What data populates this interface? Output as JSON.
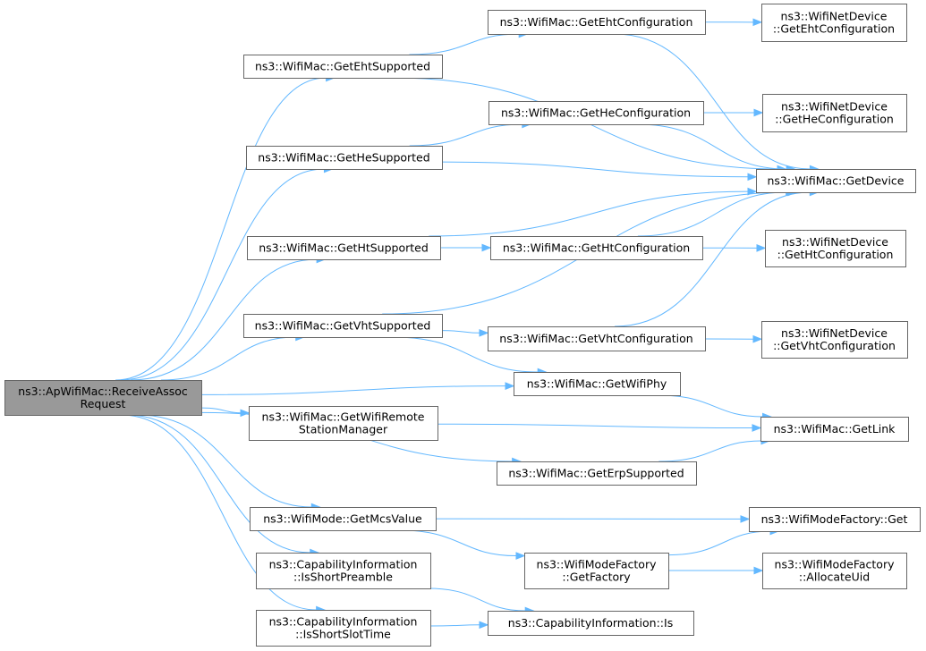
{
  "nodes": {
    "root": [
      "ns3::ApWifiMac::ReceiveAssoc",
      "Request"
    ],
    "getEhtSupported": [
      "ns3::WifiMac::GetEhtSupported"
    ],
    "getHeSupported": [
      "ns3::WifiMac::GetHeSupported"
    ],
    "getHtSupported": [
      "ns3::WifiMac::GetHtSupported"
    ],
    "getVhtSupported": [
      "ns3::WifiMac::GetVhtSupported"
    ],
    "getWifiRemote": [
      "ns3::WifiMac::GetWifiRemote",
      "StationManager"
    ],
    "getMcsValue": [
      "ns3::WifiMode::GetMcsValue"
    ],
    "isShortPreamble": [
      "ns3::CapabilityInformation",
      "::IsShortPreamble"
    ],
    "isShortSlotTime": [
      "ns3::CapabilityInformation",
      "::IsShortSlotTime"
    ],
    "getEhtConfig": [
      "ns3::WifiMac::GetEhtConfiguration"
    ],
    "getHeConfig": [
      "ns3::WifiMac::GetHeConfiguration"
    ],
    "getHtConfig": [
      "ns3::WifiMac::GetHtConfiguration"
    ],
    "getVhtConfig": [
      "ns3::WifiMac::GetVhtConfiguration"
    ],
    "getWifiPhy": [
      "ns3::WifiMac::GetWifiPhy"
    ],
    "getErpSupported": [
      "ns3::WifiMac::GetErpSupported"
    ],
    "getFactory": [
      "ns3::WifiModeFactory",
      "::GetFactory"
    ],
    "capIs": [
      "ns3::CapabilityInformation::Is"
    ],
    "ndEht": [
      "ns3::WifiNetDevice",
      "::GetEhtConfiguration"
    ],
    "ndHe": [
      "ns3::WifiNetDevice",
      "::GetHeConfiguration"
    ],
    "getDevice": [
      "ns3::WifiMac::GetDevice"
    ],
    "ndHt": [
      "ns3::WifiNetDevice",
      "::GetHtConfiguration"
    ],
    "ndVht": [
      "ns3::WifiNetDevice",
      "::GetVhtConfiguration"
    ],
    "getLink": [
      "ns3::WifiMac::GetLink"
    ],
    "factoryGet": [
      "ns3::WifiModeFactory::Get"
    ],
    "allocateUid": [
      "ns3::WifiModeFactory",
      "::AllocateUid"
    ]
  },
  "edges": [
    [
      "root",
      "getEhtSupported"
    ],
    [
      "root",
      "getHeSupported"
    ],
    [
      "root",
      "getHtSupported"
    ],
    [
      "root",
      "getVhtSupported"
    ],
    [
      "root",
      "getWifiPhy"
    ],
    [
      "root",
      "getWifiRemote"
    ],
    [
      "root",
      "getErpSupported"
    ],
    [
      "root",
      "getMcsValue"
    ],
    [
      "root",
      "isShortPreamble"
    ],
    [
      "root",
      "isShortSlotTime"
    ],
    [
      "getEhtSupported",
      "getEhtConfig"
    ],
    [
      "getEhtSupported",
      "getDevice"
    ],
    [
      "getEhtConfig",
      "ndEht"
    ],
    [
      "getEhtConfig",
      "getDevice"
    ],
    [
      "getHeSupported",
      "getHeConfig"
    ],
    [
      "getHeSupported",
      "getDevice"
    ],
    [
      "getHeConfig",
      "ndHe"
    ],
    [
      "getHeConfig",
      "getDevice"
    ],
    [
      "getHtSupported",
      "getDevice"
    ],
    [
      "getHtSupported",
      "getHtConfig"
    ],
    [
      "getHtConfig",
      "getDevice"
    ],
    [
      "getHtConfig",
      "ndHt"
    ],
    [
      "getVhtSupported",
      "getDevice"
    ],
    [
      "getVhtSupported",
      "getVhtConfig"
    ],
    [
      "getVhtSupported",
      "getWifiPhy"
    ],
    [
      "getVhtConfig",
      "getDevice"
    ],
    [
      "getVhtConfig",
      "ndVht"
    ],
    [
      "getWifiPhy",
      "getLink"
    ],
    [
      "getWifiRemote",
      "getLink"
    ],
    [
      "getErpSupported",
      "getLink"
    ],
    [
      "getMcsValue",
      "factoryGet"
    ],
    [
      "getMcsValue",
      "getFactory"
    ],
    [
      "getFactory",
      "factoryGet"
    ],
    [
      "getFactory",
      "allocateUid"
    ],
    [
      "isShortPreamble",
      "capIs"
    ],
    [
      "isShortSlotTime",
      "capIs"
    ]
  ]
}
